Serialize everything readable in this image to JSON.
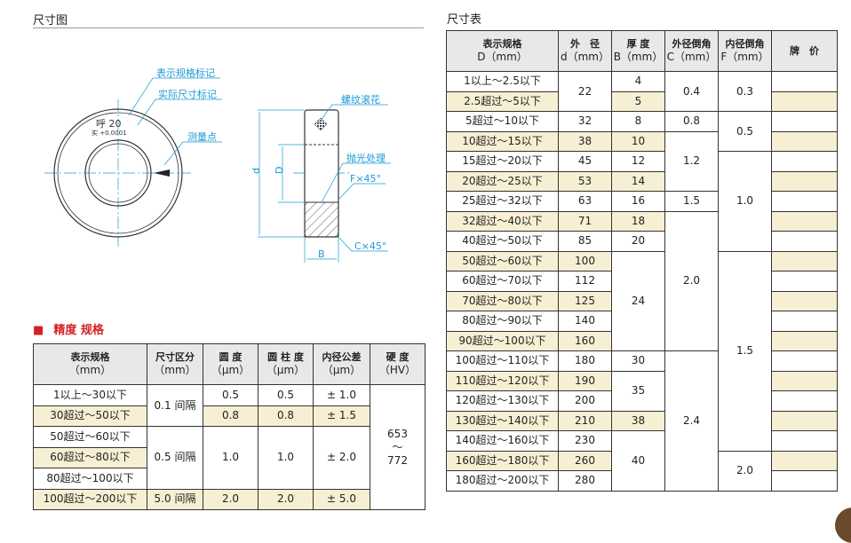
{
  "dimension_drawing": {
    "title": "尺寸图",
    "labels": {
      "spec_mark": "表示规格标记",
      "actual_mark": "实际尺寸标记",
      "measure_point": "测量点",
      "knurl": "螺纹滚花",
      "polish": "抛光处理",
      "f_chamfer": "F×45°",
      "c_chamfer": "C×45°",
      "d": "d",
      "D": "D",
      "B": "B"
    },
    "ring_marks": {
      "nominal": "呼 20",
      "actual": "实 +0.0001"
    }
  },
  "precision": {
    "title": "精度 规格",
    "headers": [
      [
        "表示规格",
        "（mm）"
      ],
      [
        "尺寸区分",
        "（mm）"
      ],
      [
        "圆 度",
        "（μm）"
      ],
      [
        "圆 柱 度",
        "（μm）"
      ],
      [
        "内径公差",
        "（μm）"
      ],
      [
        "硬 度",
        "（HV）"
      ]
    ],
    "rows": [
      [
        {
          "t": "1以上～30以下"
        },
        {
          "t": "0.1 间隔",
          "r": 2
        },
        {
          "t": "0.5"
        },
        {
          "t": "0.5"
        },
        {
          "t": "± 1.0"
        },
        {
          "t": "653\n～\n772",
          "r": 6
        }
      ],
      [
        {
          "t": "30超过～50以下"
        },
        {
          "t": "0.8"
        },
        {
          "t": "0.8"
        },
        {
          "t": "± 1.5"
        }
      ],
      [
        {
          "t": "50超过～60以下"
        },
        {
          "t": "0.5 间隔",
          "r": 3
        },
        {
          "t": "1.0",
          "r": 3
        },
        {
          "t": "1.0",
          "r": 3
        },
        {
          "t": "± 2.0",
          "r": 3
        }
      ],
      [
        {
          "t": "60超过～80以下"
        }
      ],
      [
        {
          "t": "80超过～100以下"
        }
      ],
      [
        {
          "t": "100超过～200以下"
        },
        {
          "t": "5.0 间隔"
        },
        {
          "t": "2.0"
        },
        {
          "t": "2.0"
        },
        {
          "t": "± 5.0"
        }
      ]
    ]
  },
  "size_table": {
    "title": "尺寸表",
    "headers": [
      [
        "表示规格",
        "D（mm）"
      ],
      [
        "外　径",
        "d（mm）"
      ],
      [
        "厚 度",
        "B（mm）"
      ],
      [
        "外径倒角",
        "C（mm）"
      ],
      [
        "内径倒角",
        "F（mm）"
      ],
      [
        "牌　价",
        ""
      ]
    ],
    "rows": [
      [
        {
          "t": "1以上～2.5以下"
        },
        {
          "t": "22",
          "r": 2
        },
        {
          "t": "4"
        },
        {
          "t": "0.4",
          "r": 2
        },
        {
          "t": "0.3",
          "r": 2
        },
        {
          "t": ""
        }
      ],
      [
        {
          "t": "2.5超过～5以下"
        },
        {
          "t": "5"
        },
        {
          "t": ""
        }
      ],
      [
        {
          "t": "5超过～10以下"
        },
        {
          "t": "32"
        },
        {
          "t": "8"
        },
        {
          "t": "0.8"
        },
        {
          "t": "0.5",
          "r": 2
        },
        {
          "t": ""
        }
      ],
      [
        {
          "t": "10超过～15以下"
        },
        {
          "t": "38"
        },
        {
          "t": "10"
        },
        {
          "t": "1.2",
          "r": 3
        },
        {
          "t": ""
        }
      ],
      [
        {
          "t": "15超过～20以下"
        },
        {
          "t": "45"
        },
        {
          "t": "12"
        },
        {
          "t": "1.0",
          "r": 5
        },
        {
          "t": ""
        }
      ],
      [
        {
          "t": "20超过～25以下"
        },
        {
          "t": "53"
        },
        {
          "t": "14"
        },
        {
          "t": ""
        }
      ],
      [
        {
          "t": "25超过～32以下"
        },
        {
          "t": "63"
        },
        {
          "t": "16"
        },
        {
          "t": "1.5"
        },
        {
          "t": ""
        }
      ],
      [
        {
          "t": "32超过～40以下"
        },
        {
          "t": "71"
        },
        {
          "t": "18"
        },
        {
          "t": "2.0",
          "r": 7
        },
        {
          "t": ""
        }
      ],
      [
        {
          "t": "40超过～50以下"
        },
        {
          "t": "85"
        },
        {
          "t": "20"
        },
        {
          "t": ""
        }
      ],
      [
        {
          "t": "50超过～60以下"
        },
        {
          "t": "100"
        },
        {
          "t": "24",
          "r": 5
        },
        {
          "t": "1.5",
          "r": 10
        },
        {
          "t": ""
        }
      ],
      [
        {
          "t": "60超过～70以下"
        },
        {
          "t": "112"
        },
        {
          "t": ""
        }
      ],
      [
        {
          "t": "70超过～80以下"
        },
        {
          "t": "125"
        },
        {
          "t": ""
        }
      ],
      [
        {
          "t": "80超过～90以下"
        },
        {
          "t": "140"
        },
        {
          "t": ""
        }
      ],
      [
        {
          "t": "90超过～100以下"
        },
        {
          "t": "160"
        },
        {
          "t": ""
        }
      ],
      [
        {
          "t": "100超过～110以下"
        },
        {
          "t": "180"
        },
        {
          "t": "30"
        },
        {
          "t": "2.4",
          "r": 7
        },
        {
          "t": ""
        }
      ],
      [
        {
          "t": "110超过～120以下"
        },
        {
          "t": "190"
        },
        {
          "t": "35",
          "r": 2
        },
        {
          "t": ""
        }
      ],
      [
        {
          "t": "120超过～130以下"
        },
        {
          "t": "200"
        },
        {
          "t": ""
        }
      ],
      [
        {
          "t": "130超过～140以下"
        },
        {
          "t": "210"
        },
        {
          "t": "38"
        },
        {
          "t": ""
        }
      ],
      [
        {
          "t": "140超过～160以下"
        },
        {
          "t": "230"
        },
        {
          "t": "40",
          "r": 3
        },
        {
          "t": ""
        }
      ],
      [
        {
          "t": "160超过～180以下"
        },
        {
          "t": "260"
        },
        {
          "t": "2.0",
          "r": 2
        },
        {
          "t": ""
        }
      ],
      [
        {
          "t": "180超过～200以下"
        },
        {
          "t": "280"
        },
        {
          "t": ""
        }
      ]
    ]
  },
  "colors": {
    "stripe": "#f7efd3",
    "header": "#e8e8e8",
    "accent_red": "#d42020",
    "leader_blue": "#1a9ad6"
  }
}
